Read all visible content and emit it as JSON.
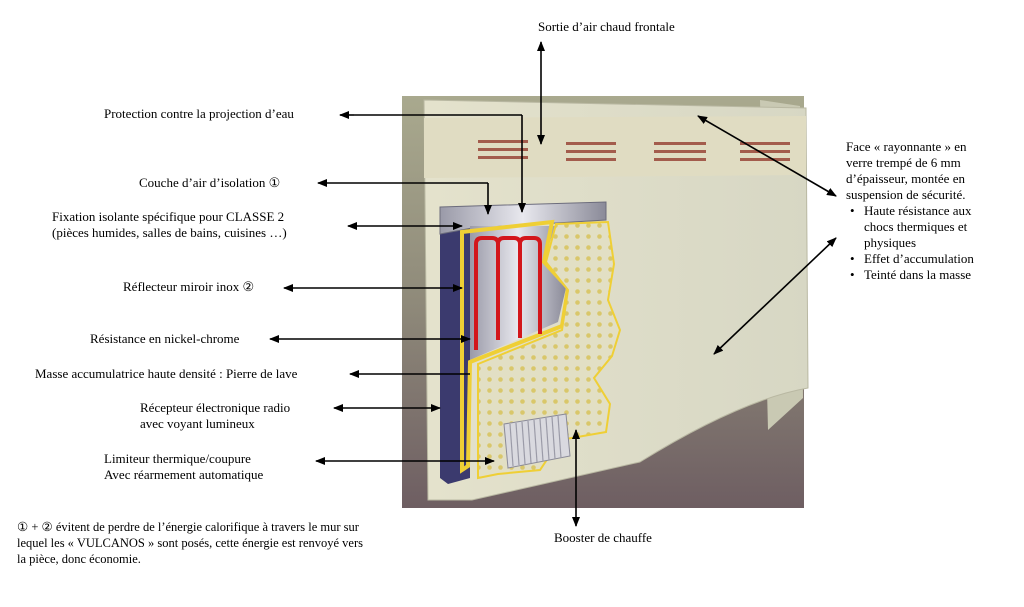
{
  "labels": {
    "top_outlet": "Sortie d’air chaud frontale",
    "water": "Protection contre la projection d’eau",
    "air_layer": "Couche d’air d’isolation ①",
    "fixation_line1": "Fixation isolante spécifique pour CLASSE 2",
    "fixation_line2": "(pièces humides, salles de bains, cuisines …)",
    "reflector": "Réflecteur miroir inox ②",
    "resistance": "Résistance en nickel-chrome",
    "mass": "Masse accumulatrice haute densité : Pierre de lave",
    "receiver_line1": "Récepteur électronique radio",
    "receiver_line2": "avec voyant lumineux",
    "limiter_line1": "Limiteur thermique/coupure",
    "limiter_line2": "Avec réarmement automatique",
    "booster": "Booster de chauffe"
  },
  "face": {
    "line1": "Face « rayonnante » en",
    "line2": "verre trempé de 6 mm",
    "line3": "d’épaisseur, montée en",
    "line4": "suspension de sécurité.",
    "bullets": [
      {
        "line1": "Haute résistance aux",
        "line2": "chocs thermiques et",
        "line3": "physiques"
      },
      {
        "line1": "Effet d’accumulation"
      },
      {
        "line1": "Teinté dans la masse"
      }
    ]
  },
  "footnote": {
    "line1": "① + ② évitent de perdre de l’énergie calorifique à travers le mur sur",
    "line2": "lequel les « VULCANOS » sont posés, cette énergie est renvoyé vers",
    "line3": "la pièce, donc économie."
  },
  "colors": {
    "panel_face": "#e8e6cf",
    "dot": "#d9c76a",
    "resistance": "#d3161b",
    "insulation": "#efcf35",
    "backing": "#3b3a6e"
  }
}
